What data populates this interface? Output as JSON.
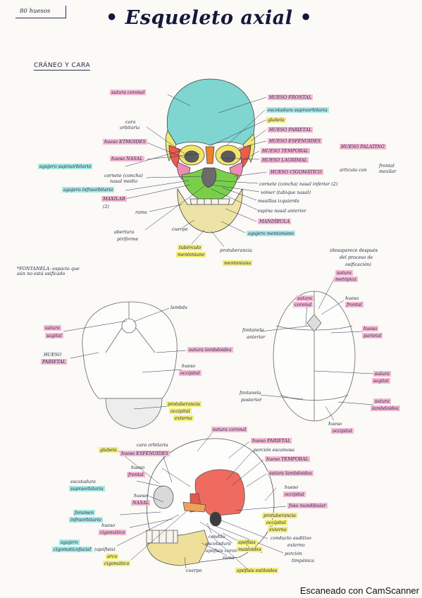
{
  "header": {
    "bone_count": "80 huesos",
    "title": "• Esqueleto axial •",
    "section": "CRÁNEO Y CARA"
  },
  "note": {
    "line1": "*FONTANELA: espacio que",
    "line2": "aún no está osificado"
  },
  "skull_front": {
    "sutura_coronal": "sutura coronal",
    "cara_orbitaria_1": "cara",
    "cara_orbitaria_2": "orbitaria",
    "hueso_etmoides": "hueso ETMOIDES",
    "hueso_nasal": "hueso NASAL",
    "agujero_supraorbitario": "agujero supraorbitario",
    "cornete_medio_1": "cornete (concha)",
    "cornete_medio_2": "nasal medio",
    "agujero_infraorbitario": "agujero infraorbitario",
    "maxilar": "MAXILAR",
    "maxilar_count": "(2)",
    "rama": "rama",
    "abertura_1": "abertura",
    "abertura_2": "piriforme",
    "cuerpo": "cuerpo",
    "tuberculo_1": "tubérculo",
    "tuberculo_2": "mentoniano",
    "protuberancia_1": "protuberancia",
    "protuberancia_2": "mentoniana",
    "hueso_frontal": "HUESO FRONTAL",
    "escotadura": "escotadura supraorbitaria",
    "glabela": "glabela",
    "hueso_parietal": "HUESO PARIETAL",
    "hueso_esfenoides": "HUESO ESFENOIDES",
    "hueso_palatino": "HUESO PALATINO",
    "hueso_temporal": "HUESO TEMPORAL",
    "hueso_lagrimal": "HUESO LAGRIMAL",
    "hueso_cigomatico": "HUESO CIGOMÁTICO",
    "articula_con": "articula con",
    "frontal_maxilar_1": "frontal",
    "frontal_maxilar_2": "maxilar",
    "cornete_inferior": "cornete (concha) nasal inferior (2)",
    "vomer": "vómer (tabique nasal)",
    "masillas": "masillas izquierda",
    "espina_nasal": "espina nasal anterior",
    "mandibula": "MANDÍBULA",
    "agujero_mentoniano": "agujero mentoniano"
  },
  "skull_back": {
    "lambda": "lambda",
    "sutura_sagital_1": "sutura",
    "sutura_sagital_2": "sagital",
    "hueso_parietal_1": "HUESO",
    "hueso_parietal_2": "PARIETAL",
    "sutura_lambdoidea": "sutura lambdoidea",
    "hueso_occipital_1": "hueso",
    "hueso_occipital_2": "occipital",
    "protub_1": "protuberancia",
    "protub_2": "occipital",
    "protub_3": "externa"
  },
  "skull_top": {
    "desaparece_1": "(desaparece después",
    "desaparece_2": "del proceso de",
    "desaparece_3": "osificación)",
    "sutura_metopica_1": "sutura",
    "sutura_metopica_2": "metópica",
    "sutura_coronal_1": "sutura",
    "sutura_coronal_2": "coronal",
    "hueso_frontal_1": "hueso",
    "hueso_frontal_2": "frontal",
    "fontanela_ant_1": "fontanela",
    "fontanela_ant_2": "anterior",
    "hueso_parietal_1": "hueso",
    "hueso_parietal_2": "parietal",
    "sutura_sagital_1": "sutura",
    "sutura_sagital_2": "sagital",
    "fontanela_post_1": "fontanela",
    "fontanela_post_2": "posterior",
    "sutura_lambdoidea_1": "sutura",
    "sutura_lambdoidea_2": "lambdoidea",
    "hueso_occipital_1": "hueso",
    "hueso_occipital_2": "occipital"
  },
  "skull_side": {
    "sutura_coronal": "sutura coronal",
    "hueso_parietal": "hueso PARIETAL",
    "porcion_escamosa": "porción escamosa",
    "hueso_temporal": "hueso TEMPORAL",
    "sutura_lambdoidea": "sutura lambdoidea",
    "hueso_occipital_1": "hueso",
    "hueso_occipital_2": "occipital",
    "fosa_mandibular": "fosa mandibular",
    "protuberancia_1": "protuberancia",
    "protuberancia_2": "occipital",
    "protuberancia_3": "externa",
    "conducto_1": "conducto auditivo",
    "conducto_2": "externo",
    "porcion_timp_1": "porción",
    "porcion_timp_2": "timpánica",
    "glabela": "glabela",
    "cara_orbitaria": "cara orbitaria",
    "hueso_esfenoides": "hueso ESFENOIDES",
    "hueso_frontal_1": "hueso",
    "hueso_frontal_2": "frontal",
    "escotadura_1": "escotadura",
    "escotadura_2": "supraorbitaria",
    "hueso_nasal_1": "hueso",
    "hueso_nasal_2": "NASAL",
    "foramen_1": "foramen",
    "foramen_2": "infraorbitario",
    "hueso_cig_1": "hueso",
    "hueso_cig_2": "cigomático",
    "agujero_1": "agujero",
    "agujero_2": "cigomaticofacial",
    "apofisis_1": "(apófisis)",
    "apofisis_2": "arco",
    "apofisis_3": "cigomático",
    "condilo_1": "cóndilo",
    "condilo_2": "escotadura",
    "apofisis_coronoides": "apófisis coronoides",
    "mastoides_1": "apófisis",
    "mastoides_2": "mastoides",
    "rama": "rama",
    "cuerpo": "cuerpo",
    "apofisis_estiloides": "apófisis estiloides"
  },
  "footer": {
    "scanner": "Escaneado con CamScanner"
  }
}
